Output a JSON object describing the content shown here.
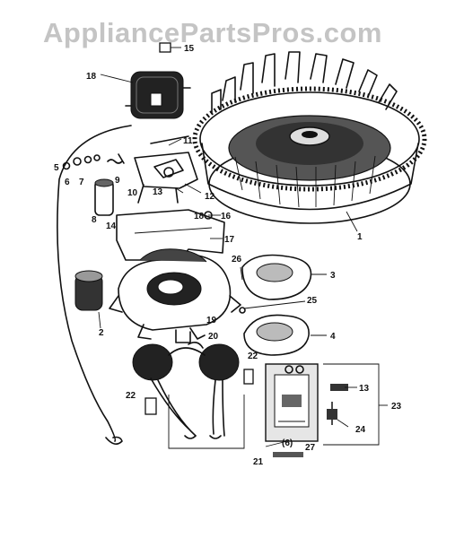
{
  "watermark": "AppliancePartsPros.com",
  "callouts": {
    "c1": "1",
    "c2": "2",
    "c3": "3",
    "c4": "4",
    "c5": "5",
    "c6": "6",
    "c7": "7",
    "c8": "8",
    "c9": "9",
    "c10": "10",
    "c11": "11",
    "c12": "12",
    "c13a": "13",
    "c13b": "13",
    "c14": "14",
    "c15": "15",
    "c16": "16",
    "c17": "17",
    "c18a": "18",
    "c18b": "18",
    "c19": "19",
    "c20": "20",
    "c21": "21",
    "c22a": "22",
    "c22b": "22",
    "c23": "23",
    "c24": "24",
    "c25": "25",
    "c26": "26",
    "c27": "27"
  },
  "rectifier_mark": "(6)"
}
